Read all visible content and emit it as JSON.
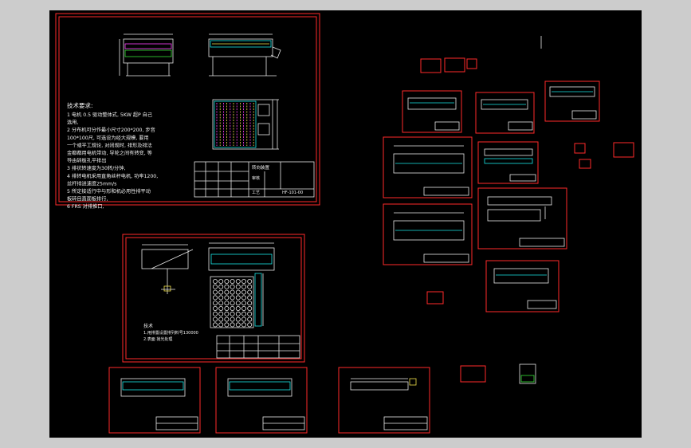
{
  "drawing": {
    "background": "#000000",
    "frame_color": "#ff2a2a",
    "notes_title": "技术要求:",
    "notes": [
      "1 电机 0.5 驱动整体式, 5KW 超P 自己",
      "   选用,",
      "2 分布机可分作最小尺寸200*200, 步音",
      "100*100尺, 可选设为经大规模, 要用",
      "一个或平工规论, 对闭规时, 排形及排法",
      "金都都用电机带动, 导轮之间有转变, 等",
      "导由转板孔平排出",
      "3 排状转速度为30转/分钟,",
      "4 排转电机采用直角丝杆电机, 功率1200,",
      "丝杆排进速度25mm/s",
      "5 所定接适行中与形和机必用性排平动",
      "板转目直面板排行,",
      "6 FRS 对排推口,"
    ],
    "drawing_number": "HF-101-00",
    "title_block_name": "转向装置",
    "parts_note_title": "技术",
    "parts_notes": [
      "1.用排置设置排列料号130000",
      "2.表面 抛光处理"
    ]
  }
}
